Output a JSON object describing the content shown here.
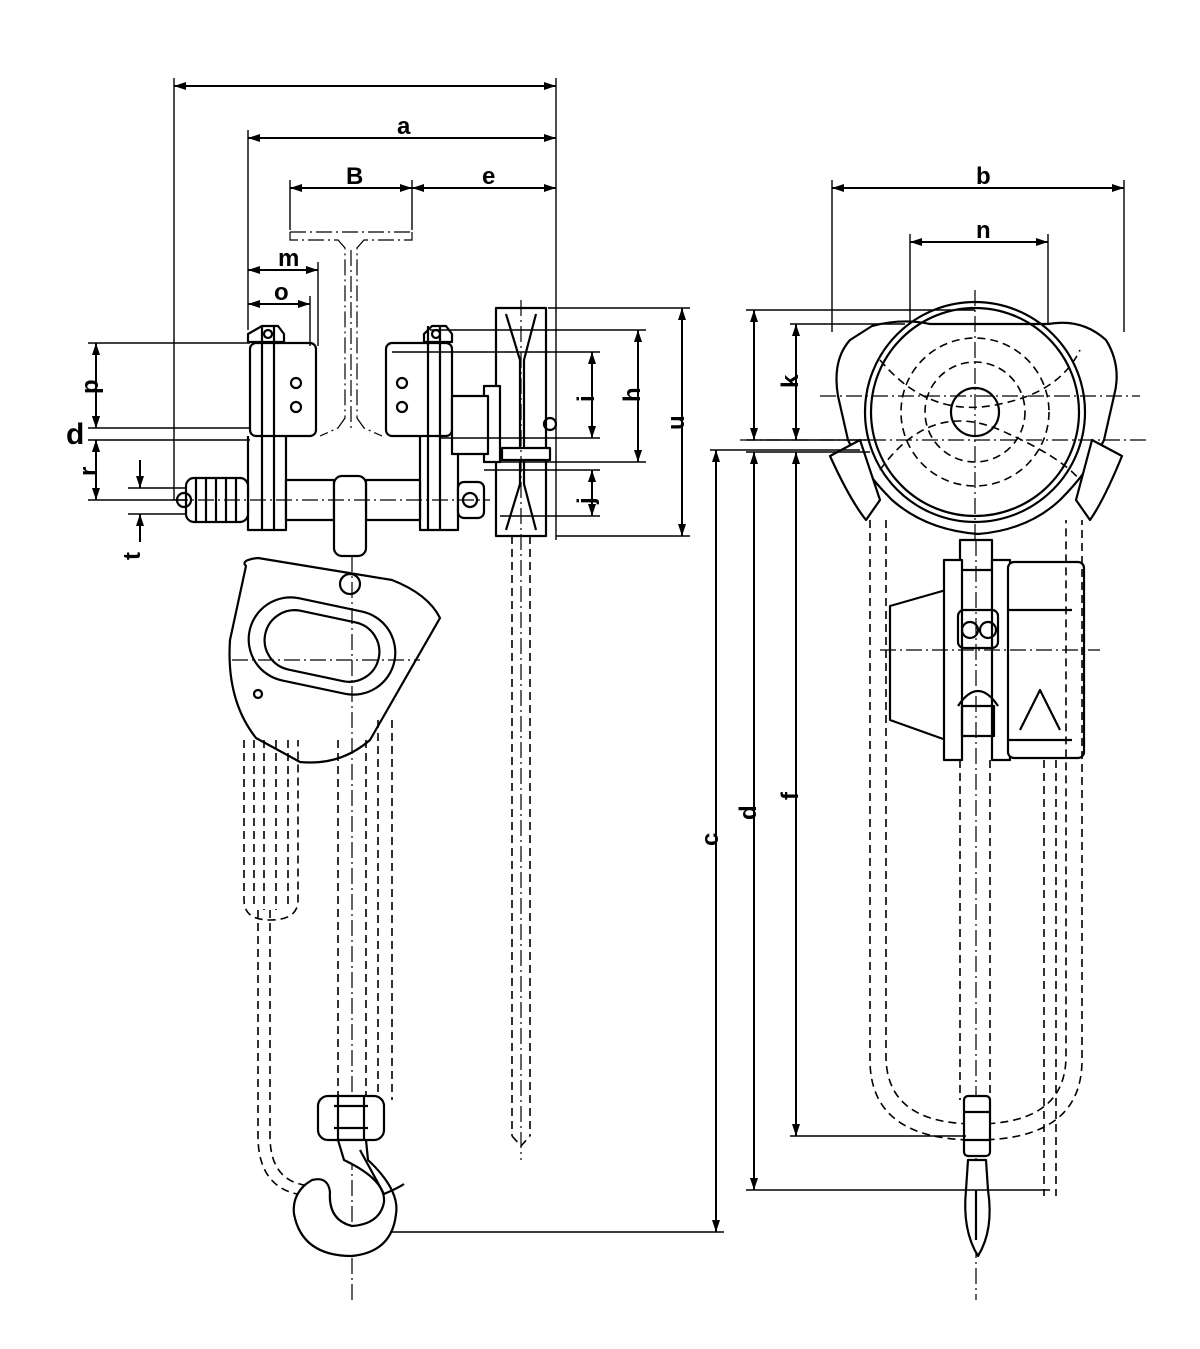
{
  "labels": {
    "a": "a",
    "b": "b",
    "B": "B",
    "c": "c",
    "d_front": "d",
    "d_side": "d",
    "e": "e",
    "f": "f",
    "h": "h",
    "i": "i",
    "j": "j",
    "k": "k",
    "m": "m",
    "n": "n",
    "o": "o",
    "p": "p",
    "r": "r",
    "t": "t",
    "u": "u"
  }
}
